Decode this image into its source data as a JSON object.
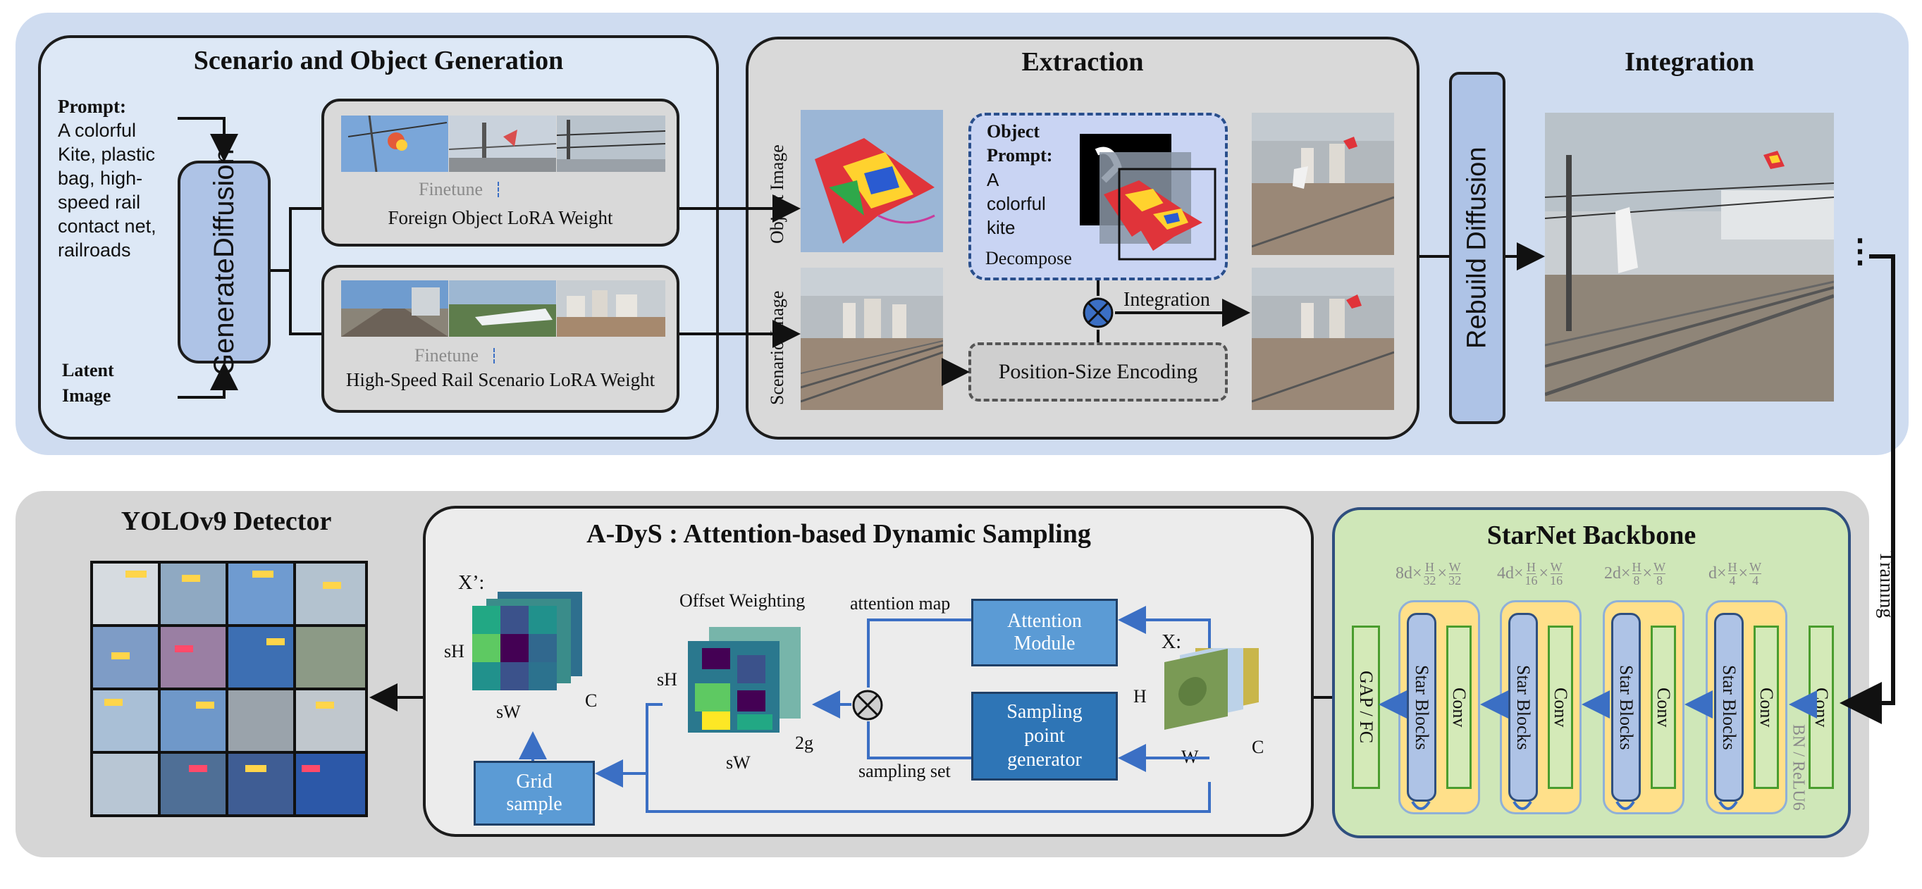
{
  "scenario": {
    "title": "Scenario and Object Generation",
    "prompt_label": "Prompt:",
    "prompt_text": "A colorful Kite, plastic bag, high-speed rail contact net, railroads",
    "latent_label": "Latent Image",
    "generate_line1": "Generate",
    "generate_line2": "Diffusion",
    "finetune1": "Finetune",
    "foreign_lora": "Foreign Object LoRA Weight",
    "finetune2": "Finetune",
    "hsr_lora": "High-Speed Rail Scenario LoRA Weight"
  },
  "extraction": {
    "title": "Extraction",
    "object_image_label": "Object Image",
    "scenario_image_label": "Scenario Image",
    "object_prompt_l1": "Object",
    "object_prompt_l2": "Prompt:",
    "object_prompt_l3": "A",
    "object_prompt_l4": "colorful",
    "object_prompt_l5": "kite",
    "decompose": "Decompose",
    "integration_label": "Integration",
    "position_size": "Position-Size Encoding"
  },
  "rebuild": {
    "label": "Rebuild Diffusion"
  },
  "integration": {
    "title": "Integration",
    "ellipsis": "⋮"
  },
  "training": {
    "label": "Training"
  },
  "starnet": {
    "title": "StarNet Backbone",
    "gap_fc": "GAP / FC",
    "star_blocks": "Star Blocks",
    "conv": "Conv",
    "bn_relu": "BN / ReLU6",
    "stage_labels": [
      {
        "pre": "8d×",
        "h": "H",
        "hd": "32",
        "w": "W",
        "wd": "32"
      },
      {
        "pre": "4d×",
        "h": "H",
        "hd": "16",
        "w": "W",
        "wd": "16"
      },
      {
        "pre": "2d×",
        "h": "H",
        "hd": "8",
        "w": "W",
        "wd": "8"
      },
      {
        "pre": "d×",
        "h": "H",
        "hd": "4",
        "w": "W",
        "wd": "4"
      }
    ]
  },
  "adys": {
    "title": "A-DyS : Attention-based Dynamic Sampling",
    "x_prime": "X’:",
    "sH": "sH",
    "sW": "sW",
    "C": "C",
    "offset_weighting": "Offset Weighting",
    "sH2": "sH",
    "sW2": "sW",
    "twog": "2g",
    "attention_map": "attention map",
    "sampling_set": "sampling set",
    "attention_module_l1": "Attention",
    "attention_module_l2": "Module",
    "sampling_l1": "Sampling",
    "sampling_l2": "point",
    "sampling_l3": "generator",
    "x_label": "X:",
    "H": "H",
    "W": "W",
    "C2": "C",
    "grid_l1": "Grid",
    "grid_l2": "sample"
  },
  "yolo": {
    "title": "YOLOv9 Detector"
  },
  "colors": {
    "top_panel": "#cfdcf0",
    "bottom_panel": "#d6d6d6",
    "generate_box": "#aec3e6",
    "attention_blue": "#5b9bd5",
    "sampling_blue": "#2e75b6",
    "starnet_green": "#cfe7b8",
    "stage_yellow": "#ffe08a",
    "conv_green": "#d4eab8"
  }
}
